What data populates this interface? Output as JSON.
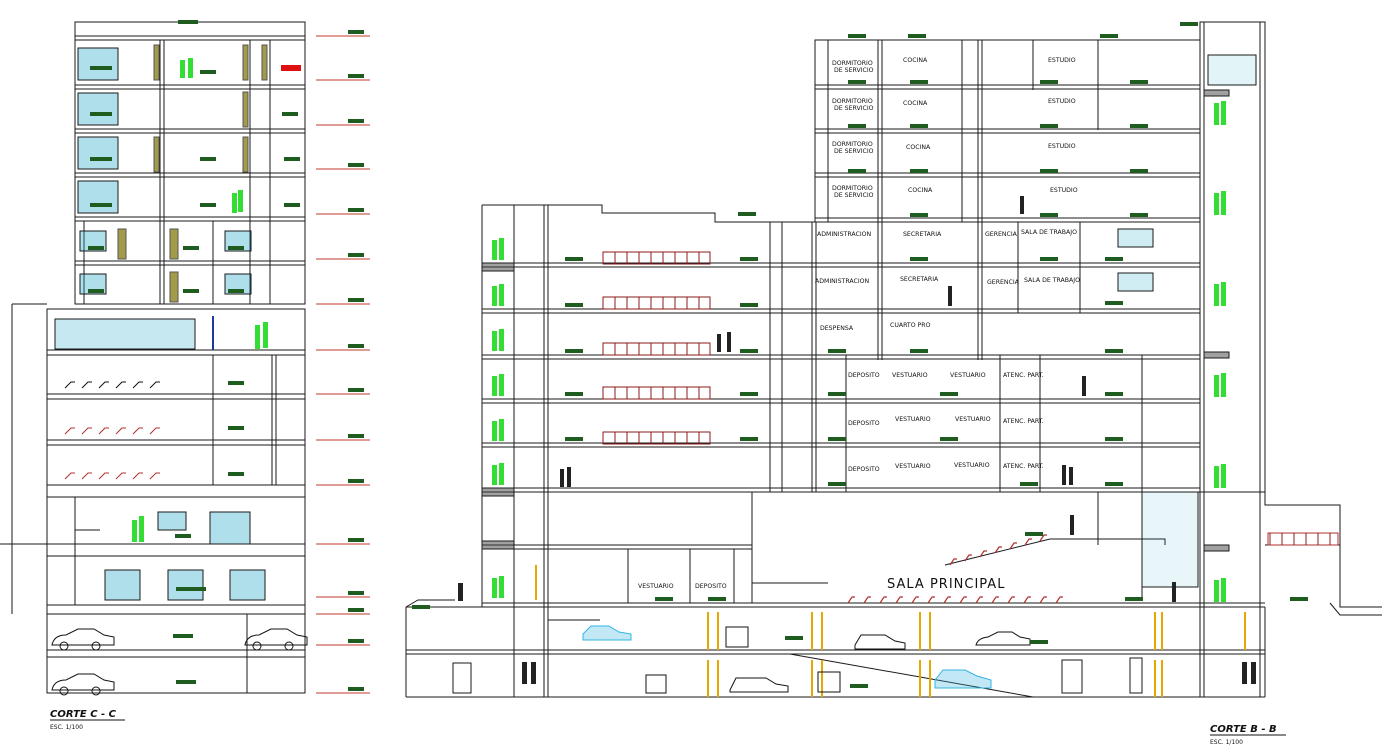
{
  "section_left": {
    "title": "CORTE C - C",
    "scale": "ESC. 1/100"
  },
  "section_right": {
    "title": "CORTE B - B",
    "scale": "ESC. 1/100",
    "main_hall": "SALA PRINCIPAL",
    "labels": {
      "dorm": "DORMITORIO",
      "dorm2": "DE SERVICIO",
      "cocina": "COCINA",
      "estudio": "ESTUDIO",
      "administracion": "ADMINISTRACION",
      "secretaria": "SECRETARIA",
      "gerencia": "GERENCIA",
      "sala_trabajo": "SALA DE TRABAJO",
      "despensa": "DESPENSA",
      "cuarto_pro": "CUARTO PRO",
      "deposito": "DEPOSITO",
      "vestuario": "VESTUARIO",
      "atenc": "ATENC. PART.",
      "vestuario_upper": "VESTUARIO",
      "deposito_upper": "DEPOSITO"
    }
  },
  "colors": {
    "line": "#1a1a1a",
    "level_mark": "#c0392b",
    "hatch": "#1f5c1f",
    "glass": "#19a3c7",
    "people": "#33cc33",
    "seats": "#b03030",
    "columns": "#e6a800",
    "car_blue": "#34b4e0"
  }
}
